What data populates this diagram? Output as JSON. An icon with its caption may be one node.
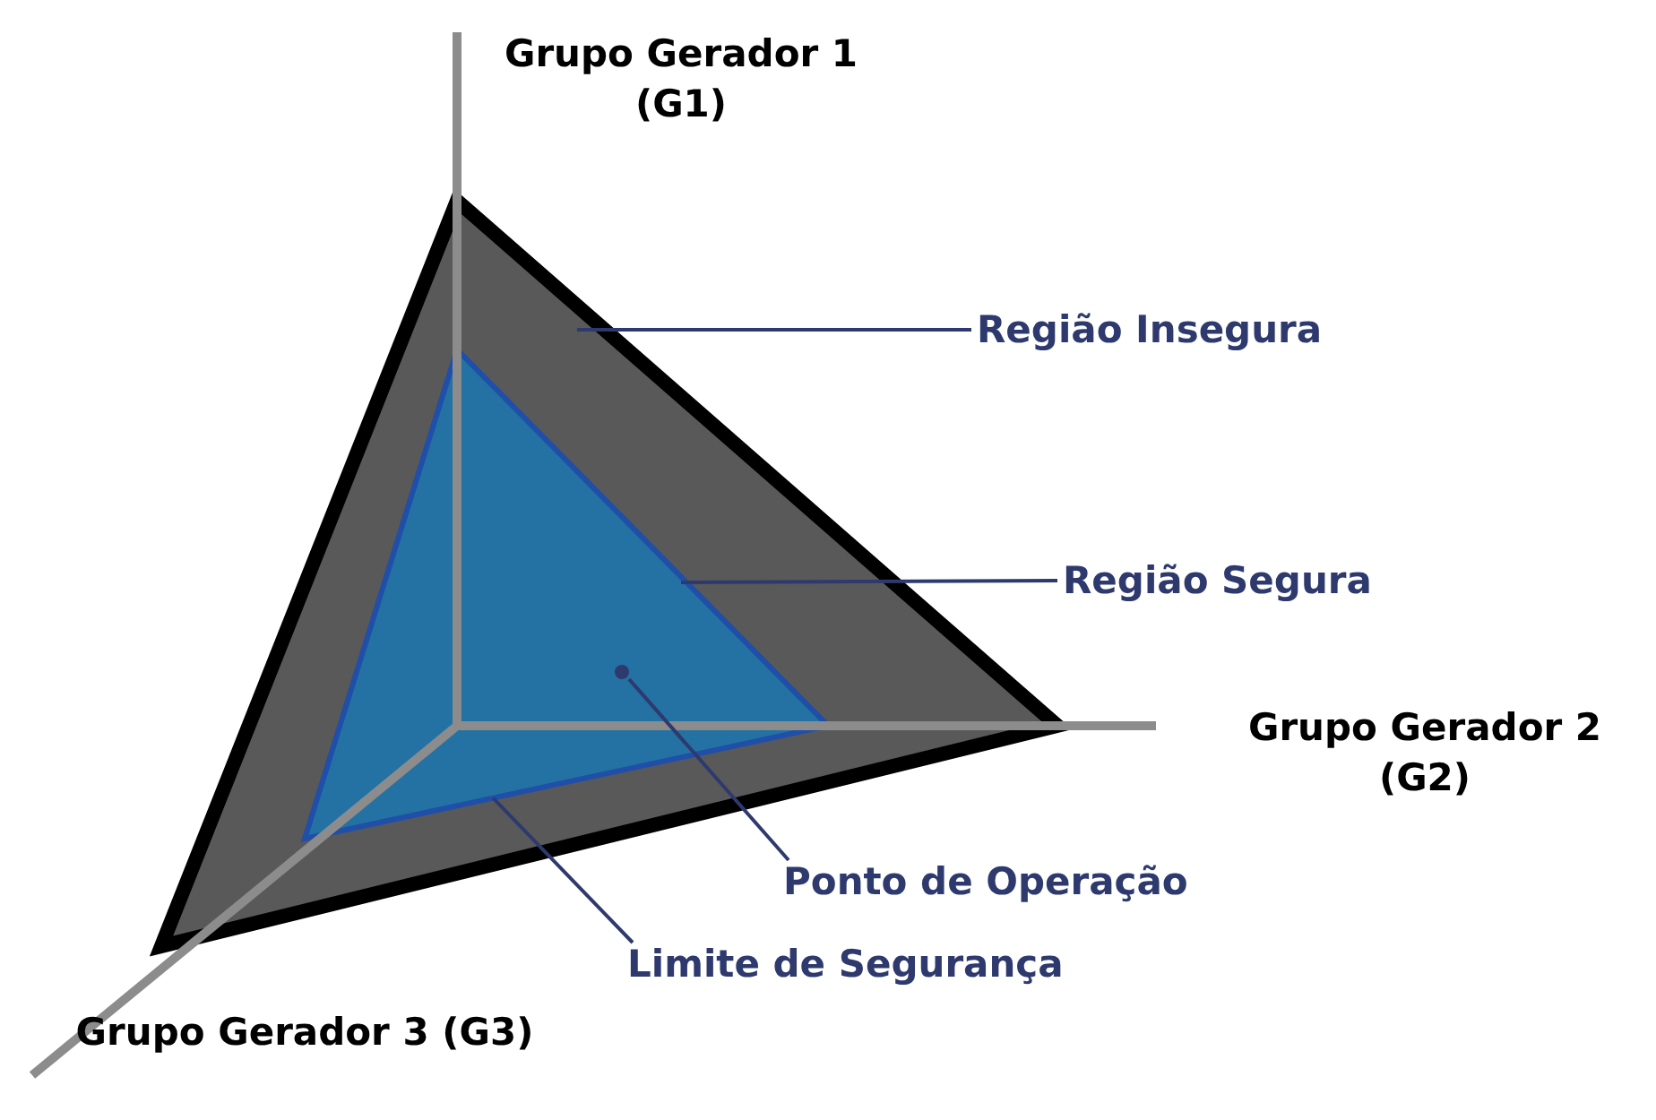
{
  "diagram": {
    "nodes": [
      {
        "text": [
          "Região Insegura"
        ]
      },
      {
        "text": [],
        "shape": "triangle"
      },
      {
        "text": [
          "Região Segura"
        ]
      },
      {
        "text": [],
        "shape": "triangle",
        "in": 1
      },
      {
        "text": [
          "Ponto de Operação"
        ]
      },
      {
        "text": [],
        "shape": "circle",
        "in": 3
      },
      {
        "text": [
          "Limite de Segurança"
        ]
      }
    ],
    "edges": [
      {
        "from": 0,
        "to": 1,
        "arrow": "none"
      },
      {
        "from": 2,
        "to": 3,
        "arrow": "none"
      },
      {
        "from": 4,
        "to": 5,
        "arrow": "none"
      },
      {
        "from": 6,
        "to": 3,
        "arrow": "none"
      }
    ],
    "labels": [
      "Grupo Gerador 1 (G1)",
      "Grupo Gerador 2 (G2)",
      "Grupo Gerador 3 (G3)"
    ]
  }
}
